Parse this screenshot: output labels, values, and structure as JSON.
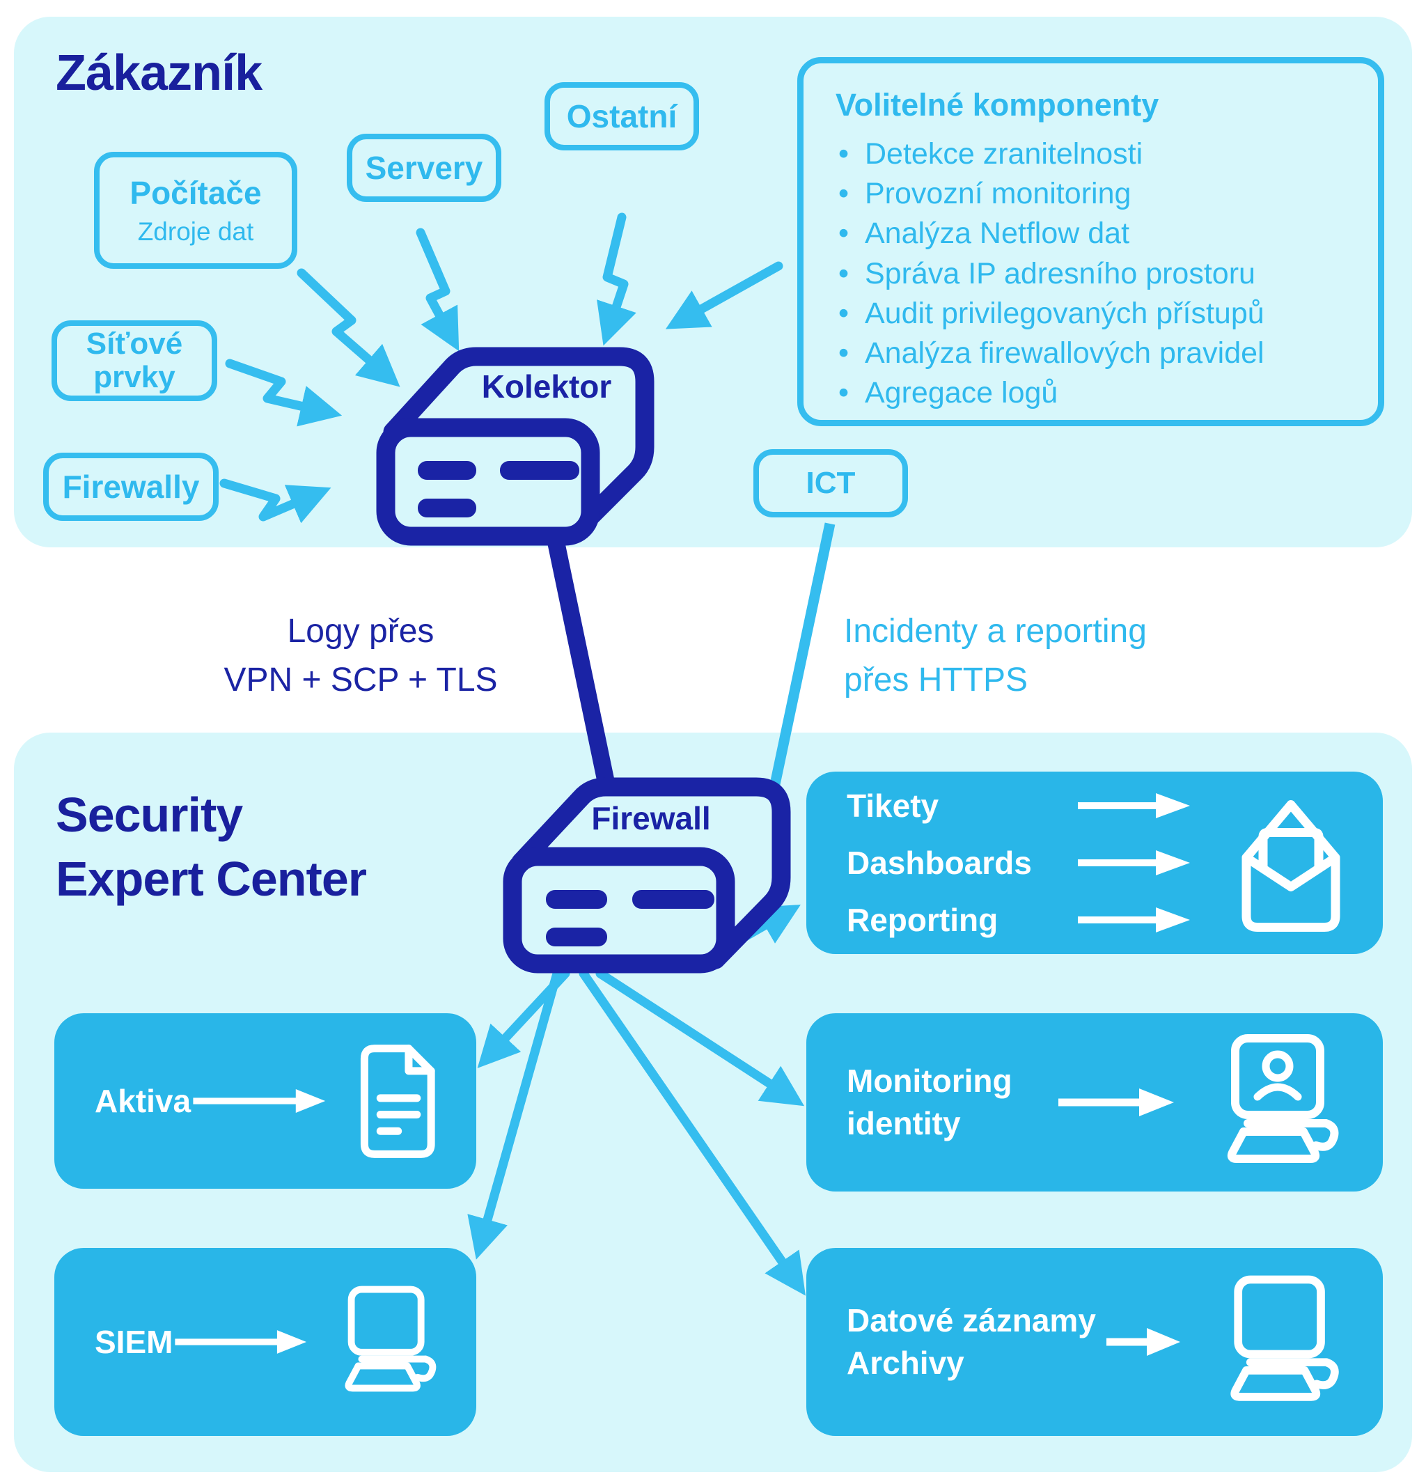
{
  "colors": {
    "panel_background": "#d7f7fb",
    "accent_cyan": "#35bdef",
    "accent_cyan_fill": "#29b6e8",
    "navy": "#1a23a5",
    "title_navy": "#19209d",
    "white": "#ffffff"
  },
  "customer": {
    "title": "Zákazník",
    "sources": {
      "pocitace_title": "Počítače",
      "pocitace_sub": "Zdroje dat",
      "servery": "Servery",
      "ostatni": "Ostatní",
      "sitove_line1": "Síťové",
      "sitove_line2": "prvky",
      "firewally": "Firewally"
    },
    "collector_label": "Kolektor",
    "ict_label": "ICT",
    "optional": {
      "title": "Volitelné komponenty",
      "items": [
        "Detekce zranitelnosti",
        "Provozní monitoring",
        "Analýza Netflow dat",
        "Správa IP adresního prostoru",
        "Audit privilegovaných přístupů",
        "Analýza firewallových pravidel",
        "Agregace logů"
      ]
    }
  },
  "connections": {
    "logs_line1": "Logy přes",
    "logs_line2": "VPN + SCP + TLS",
    "incidents_line1": "Incidenty a reporting",
    "incidents_line2": "přes HTTPS"
  },
  "sec": {
    "title_line1": "Security",
    "title_line2": "Expert Center",
    "firewall_label": "Firewall",
    "outputs": {
      "tikety_lines": [
        "Tikety",
        "Dashboards",
        "Reporting"
      ],
      "aktiva": "Aktiva",
      "monitoring_line1": "Monitoring",
      "monitoring_line2": "identity",
      "siem": "SIEM",
      "datove_line1": "Datové záznamy",
      "datove_line2": "Archivy"
    }
  }
}
